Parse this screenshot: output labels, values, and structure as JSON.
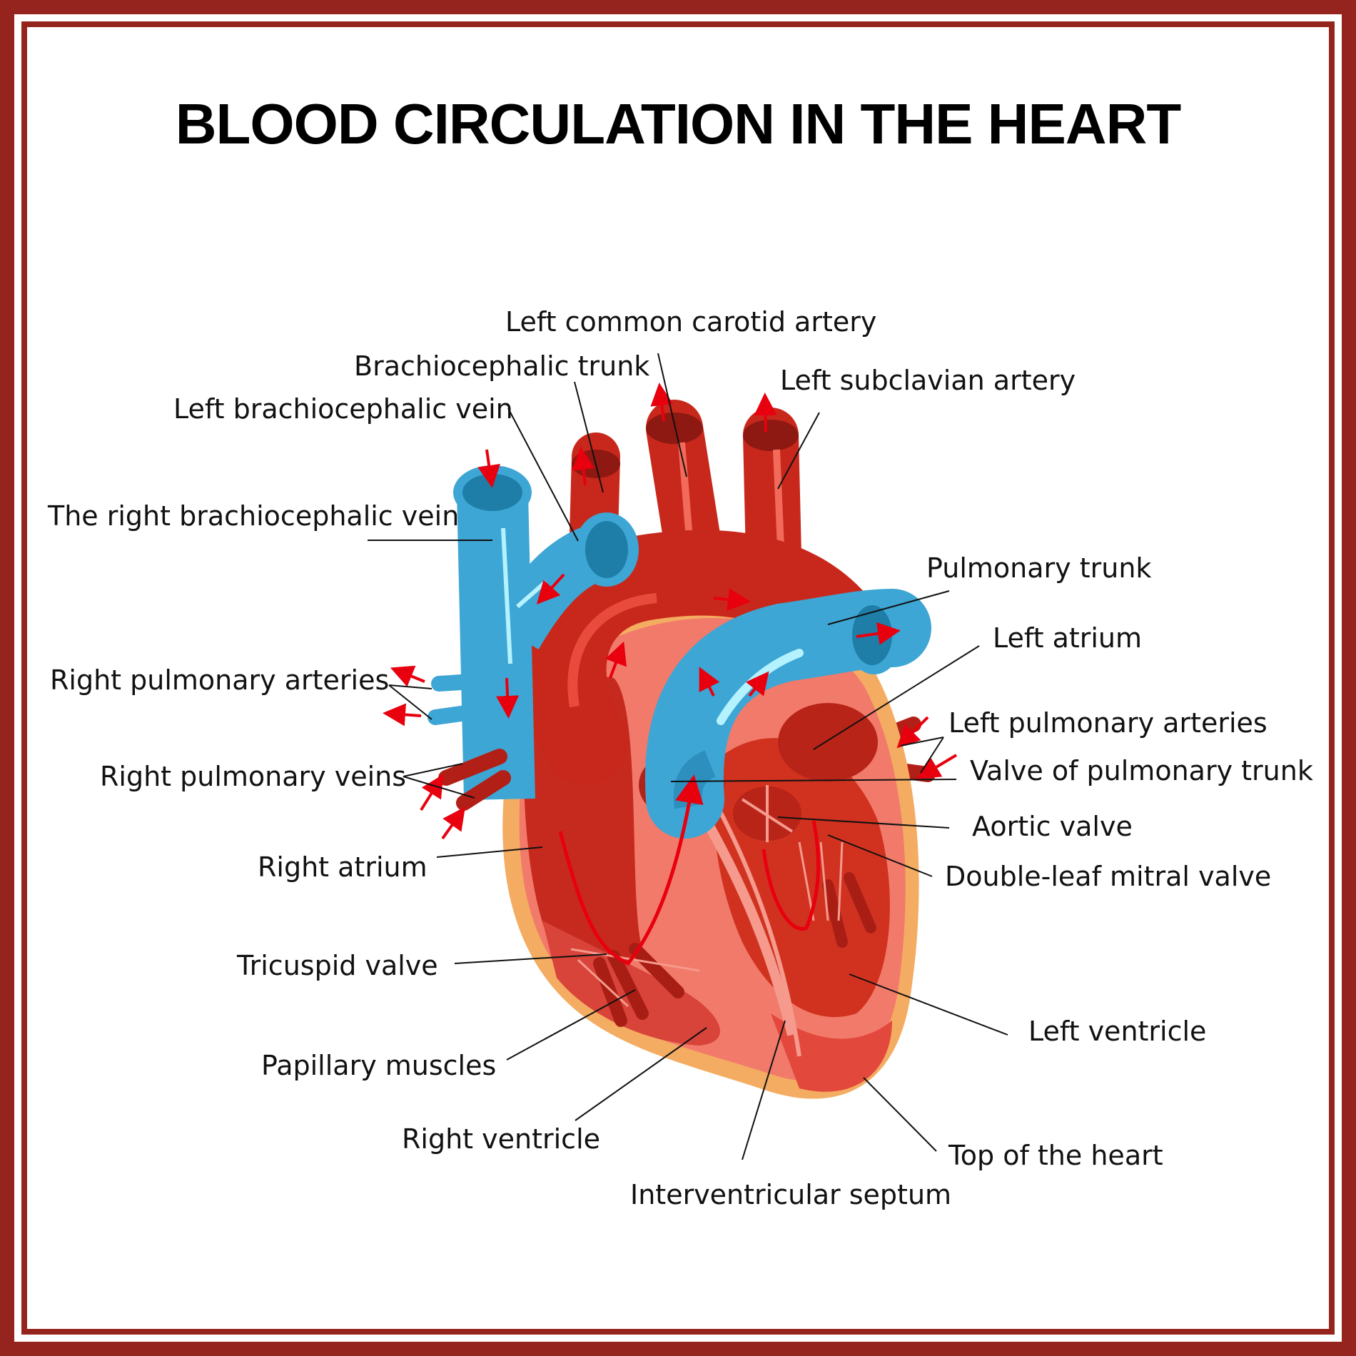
{
  "title": "BLOOD CIRCULATION IN THE HEART",
  "colors": {
    "border": "#96241e",
    "artery": "#c8281c",
    "artery_dark": "#8e1812",
    "vein": "#3ea6d4",
    "vein_dark": "#1e7ea8",
    "myocardium": "#f27a6a",
    "fat": "#f4ac62",
    "arrow": "#e8000e",
    "leader": "#111111"
  },
  "labels": {
    "left_common_carotid_artery": "Left common carotid artery",
    "brachiocephalic_trunk": "Brachiocephalic trunk",
    "left_subclavian_artery": "Left subclavian artery",
    "left_brachiocephalic_vein": "Left brachiocephalic vein",
    "right_brachiocephalic_vein": "The right brachiocephalic vein",
    "pulmonary_trunk": "Pulmonary trunk",
    "left_atrium": "Left atrium",
    "right_pulmonary_arteries": "Right pulmonary arteries",
    "left_pulmonary_arteries": "Left pulmonary arteries",
    "valve_of_pulmonary_trunk": "Valve of pulmonary trunk",
    "right_pulmonary_veins": "Right pulmonary veins",
    "aortic_valve": "Aortic valve",
    "right_atrium": "Right atrium",
    "double_leaf_mitral_valve": "Double-leaf mitral valve",
    "tricuspid_valve": "Tricuspid valve",
    "left_ventricle": "Left ventricle",
    "papillary_muscles": "Papillary muscles",
    "right_ventricle": "Right ventricle",
    "top_of_the_heart": "Top of the heart",
    "interventricular_septum": "Interventricular septum"
  }
}
